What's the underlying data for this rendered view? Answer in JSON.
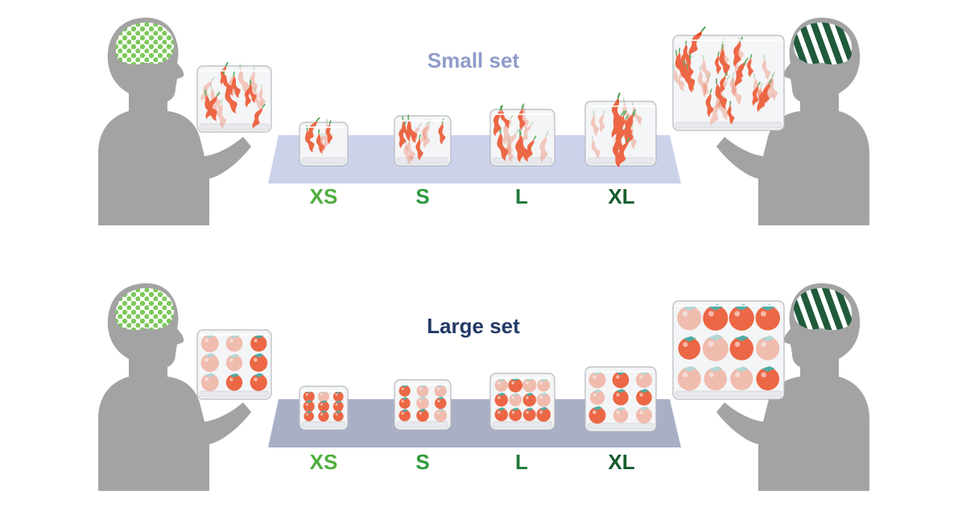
{
  "panels": [
    {
      "title": "Small set",
      "title_color": "#8f9bc9",
      "belt_color": "#ccd2ea",
      "item": "chili-pepper",
      "sizes": [
        {
          "label": "XS",
          "color": "#4fae3e"
        },
        {
          "label": "S",
          "color": "#2f9a3e"
        },
        {
          "label": "L",
          "color": "#1f7a3a"
        },
        {
          "label": "XL",
          "color": "#175c2e"
        }
      ]
    },
    {
      "title": "Large set",
      "title_color": "#233a66",
      "belt_color": "#a9b0c6",
      "item": "cherry-tomato",
      "sizes": [
        {
          "label": "XS",
          "color": "#4fae3e"
        },
        {
          "label": "S",
          "color": "#2f9a3e"
        },
        {
          "label": "L",
          "color": "#1f7a3a"
        },
        {
          "label": "XL",
          "color": "#175c2e"
        }
      ]
    }
  ],
  "colors": {
    "person": "#a3a3a3",
    "brain_dots": "#7cc95a",
    "brain_stripes": "#1f5a3a",
    "pepper": "#e8461c",
    "pepper_stem": "#3d9a43",
    "tomato": "#e8461c",
    "tomato_leaf": "#2a9a8f"
  },
  "icons": [
    "left-person-dotted-brain",
    "right-person-striped-brain"
  ]
}
